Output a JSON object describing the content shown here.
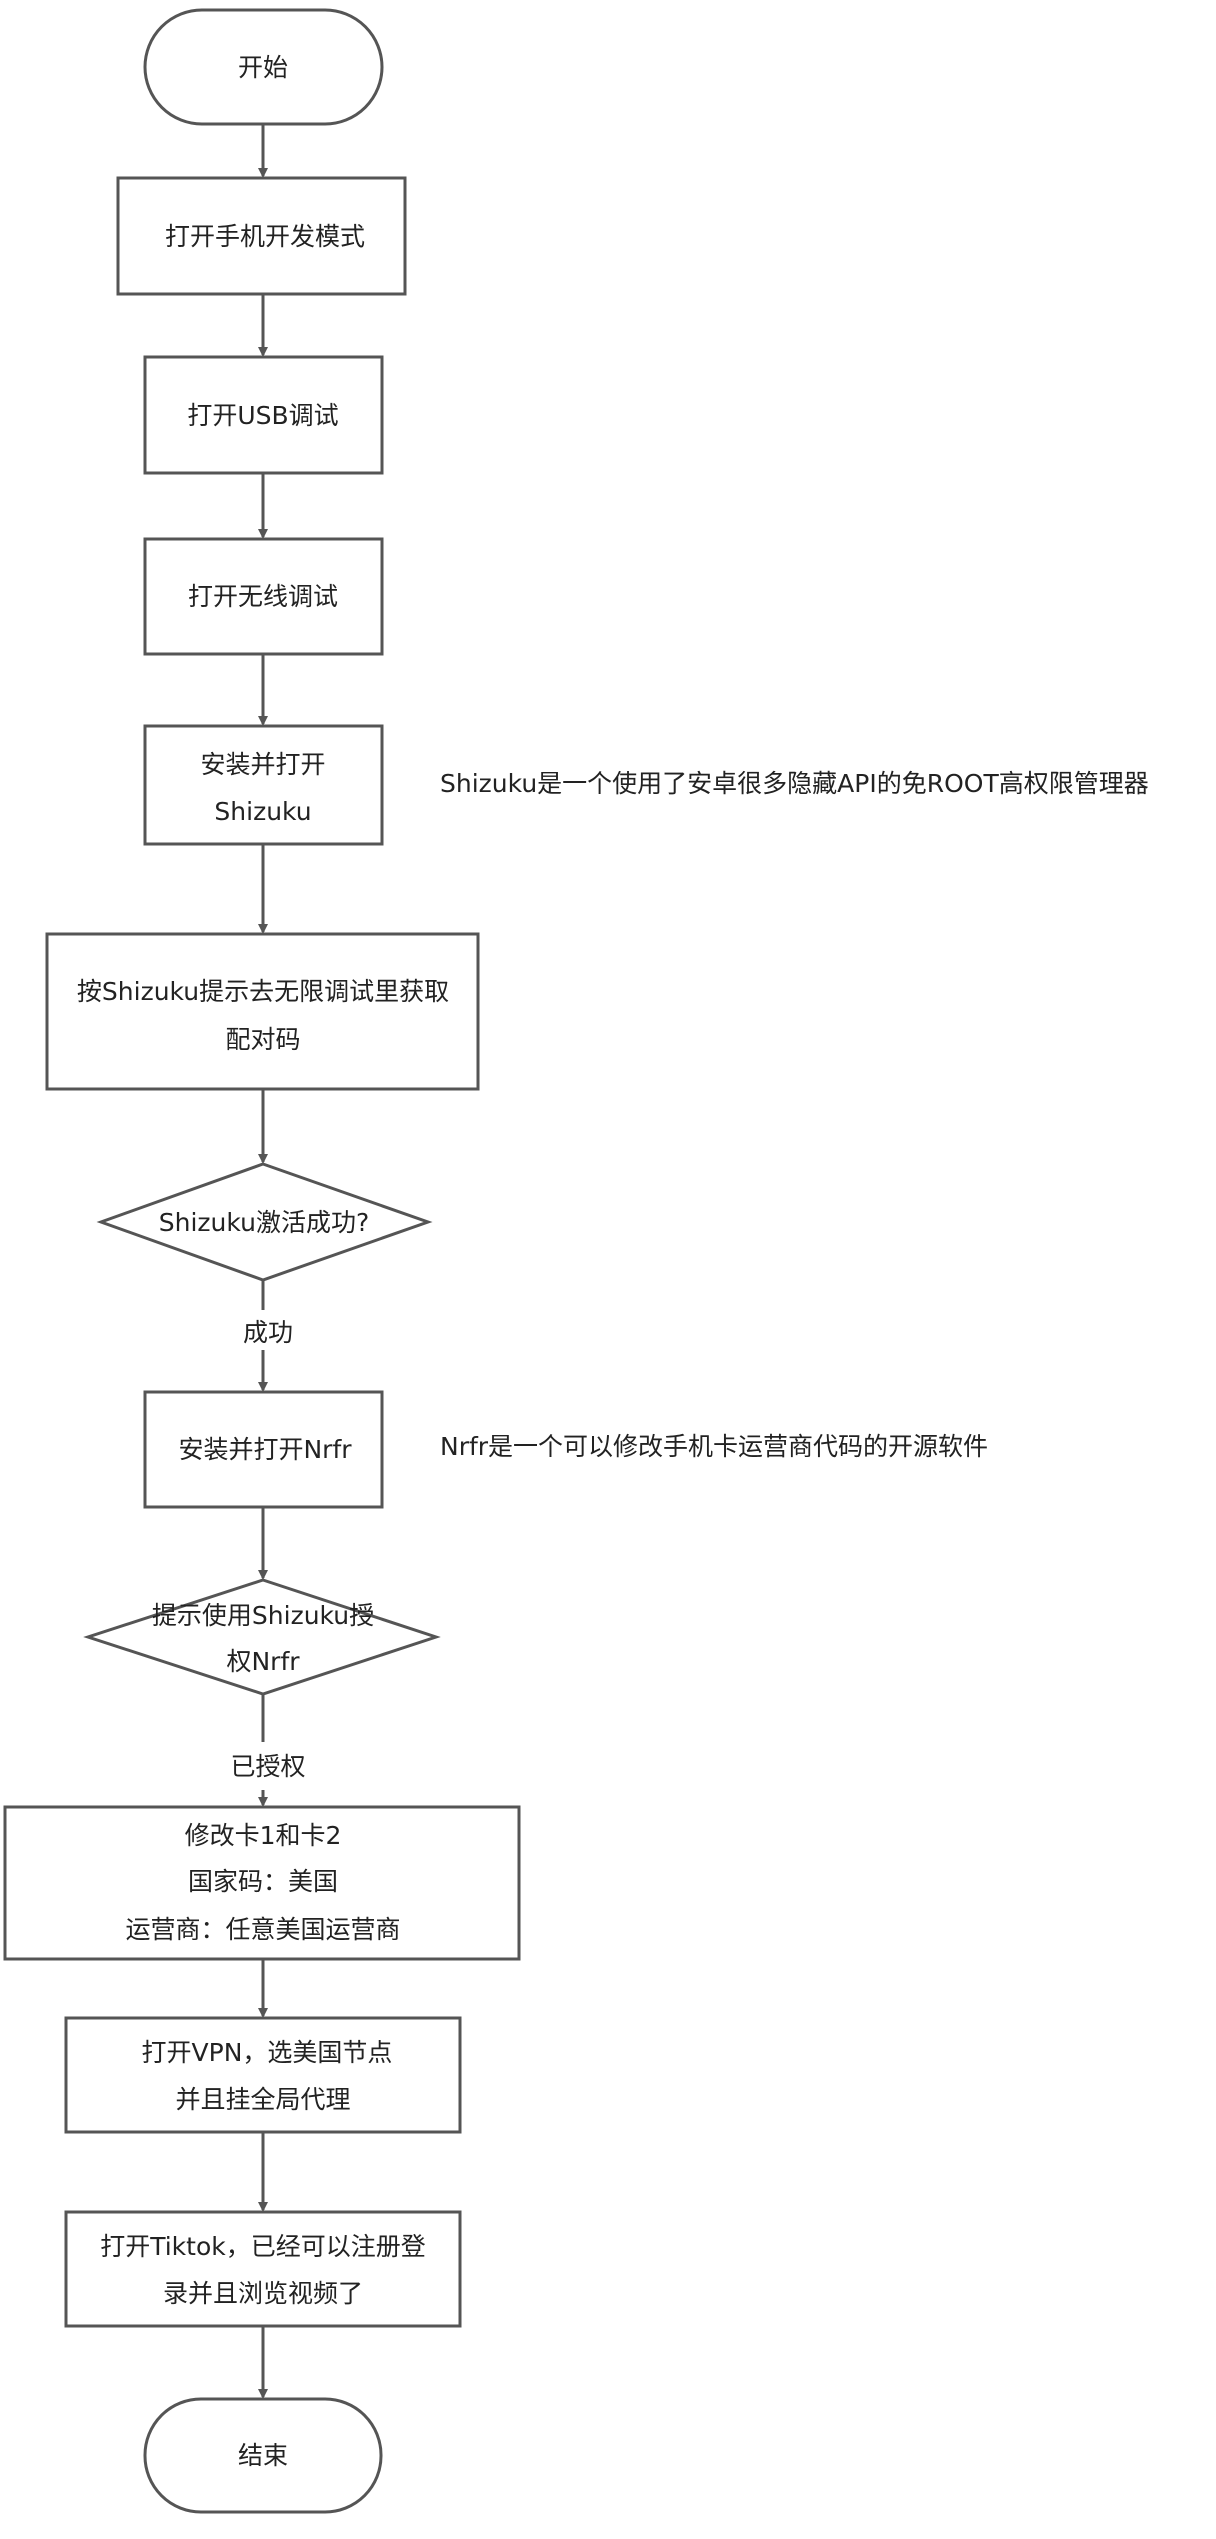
{
  "colors": {
    "stroke": "#555555",
    "text": "#222222",
    "background": "#ffffff"
  },
  "nodes": {
    "start": "开始",
    "dev_mode": "打开手机开发模式",
    "usb_debug": "打开USB调试",
    "wireless_debug": "打开无线调试",
    "install_shizuku": [
      "安装并打开",
      "Shizuku"
    ],
    "pair_code": [
      "按Shizuku提示去无限调试里获取",
      "配对码"
    ],
    "shizuku_active": "Shizuku激活成功?",
    "install_nrfr": "安装并打开Nrfr",
    "authorize": [
      "提示使用Shizuku授",
      "权Nrfr"
    ],
    "modify_card": [
      "修改卡1和卡2",
      "国家码：美国",
      "运营商：任意美国运营商"
    ],
    "vpn": [
      "打开VPN，选美国节点",
      "并且挂全局代理"
    ],
    "tiktok": [
      "打开Tiktok，已经可以注册登",
      "录并且浏览视频了"
    ],
    "end": "结束"
  },
  "edge_labels": {
    "success": "成功",
    "authorized": "已授权"
  },
  "notes": {
    "shizuku": "Shizuku是一个使用了安卓很多隐藏API的免ROOT高权限管理器",
    "nrfr": "Nrfr是一个可以修改手机卡运营商代码的开源软件"
  }
}
